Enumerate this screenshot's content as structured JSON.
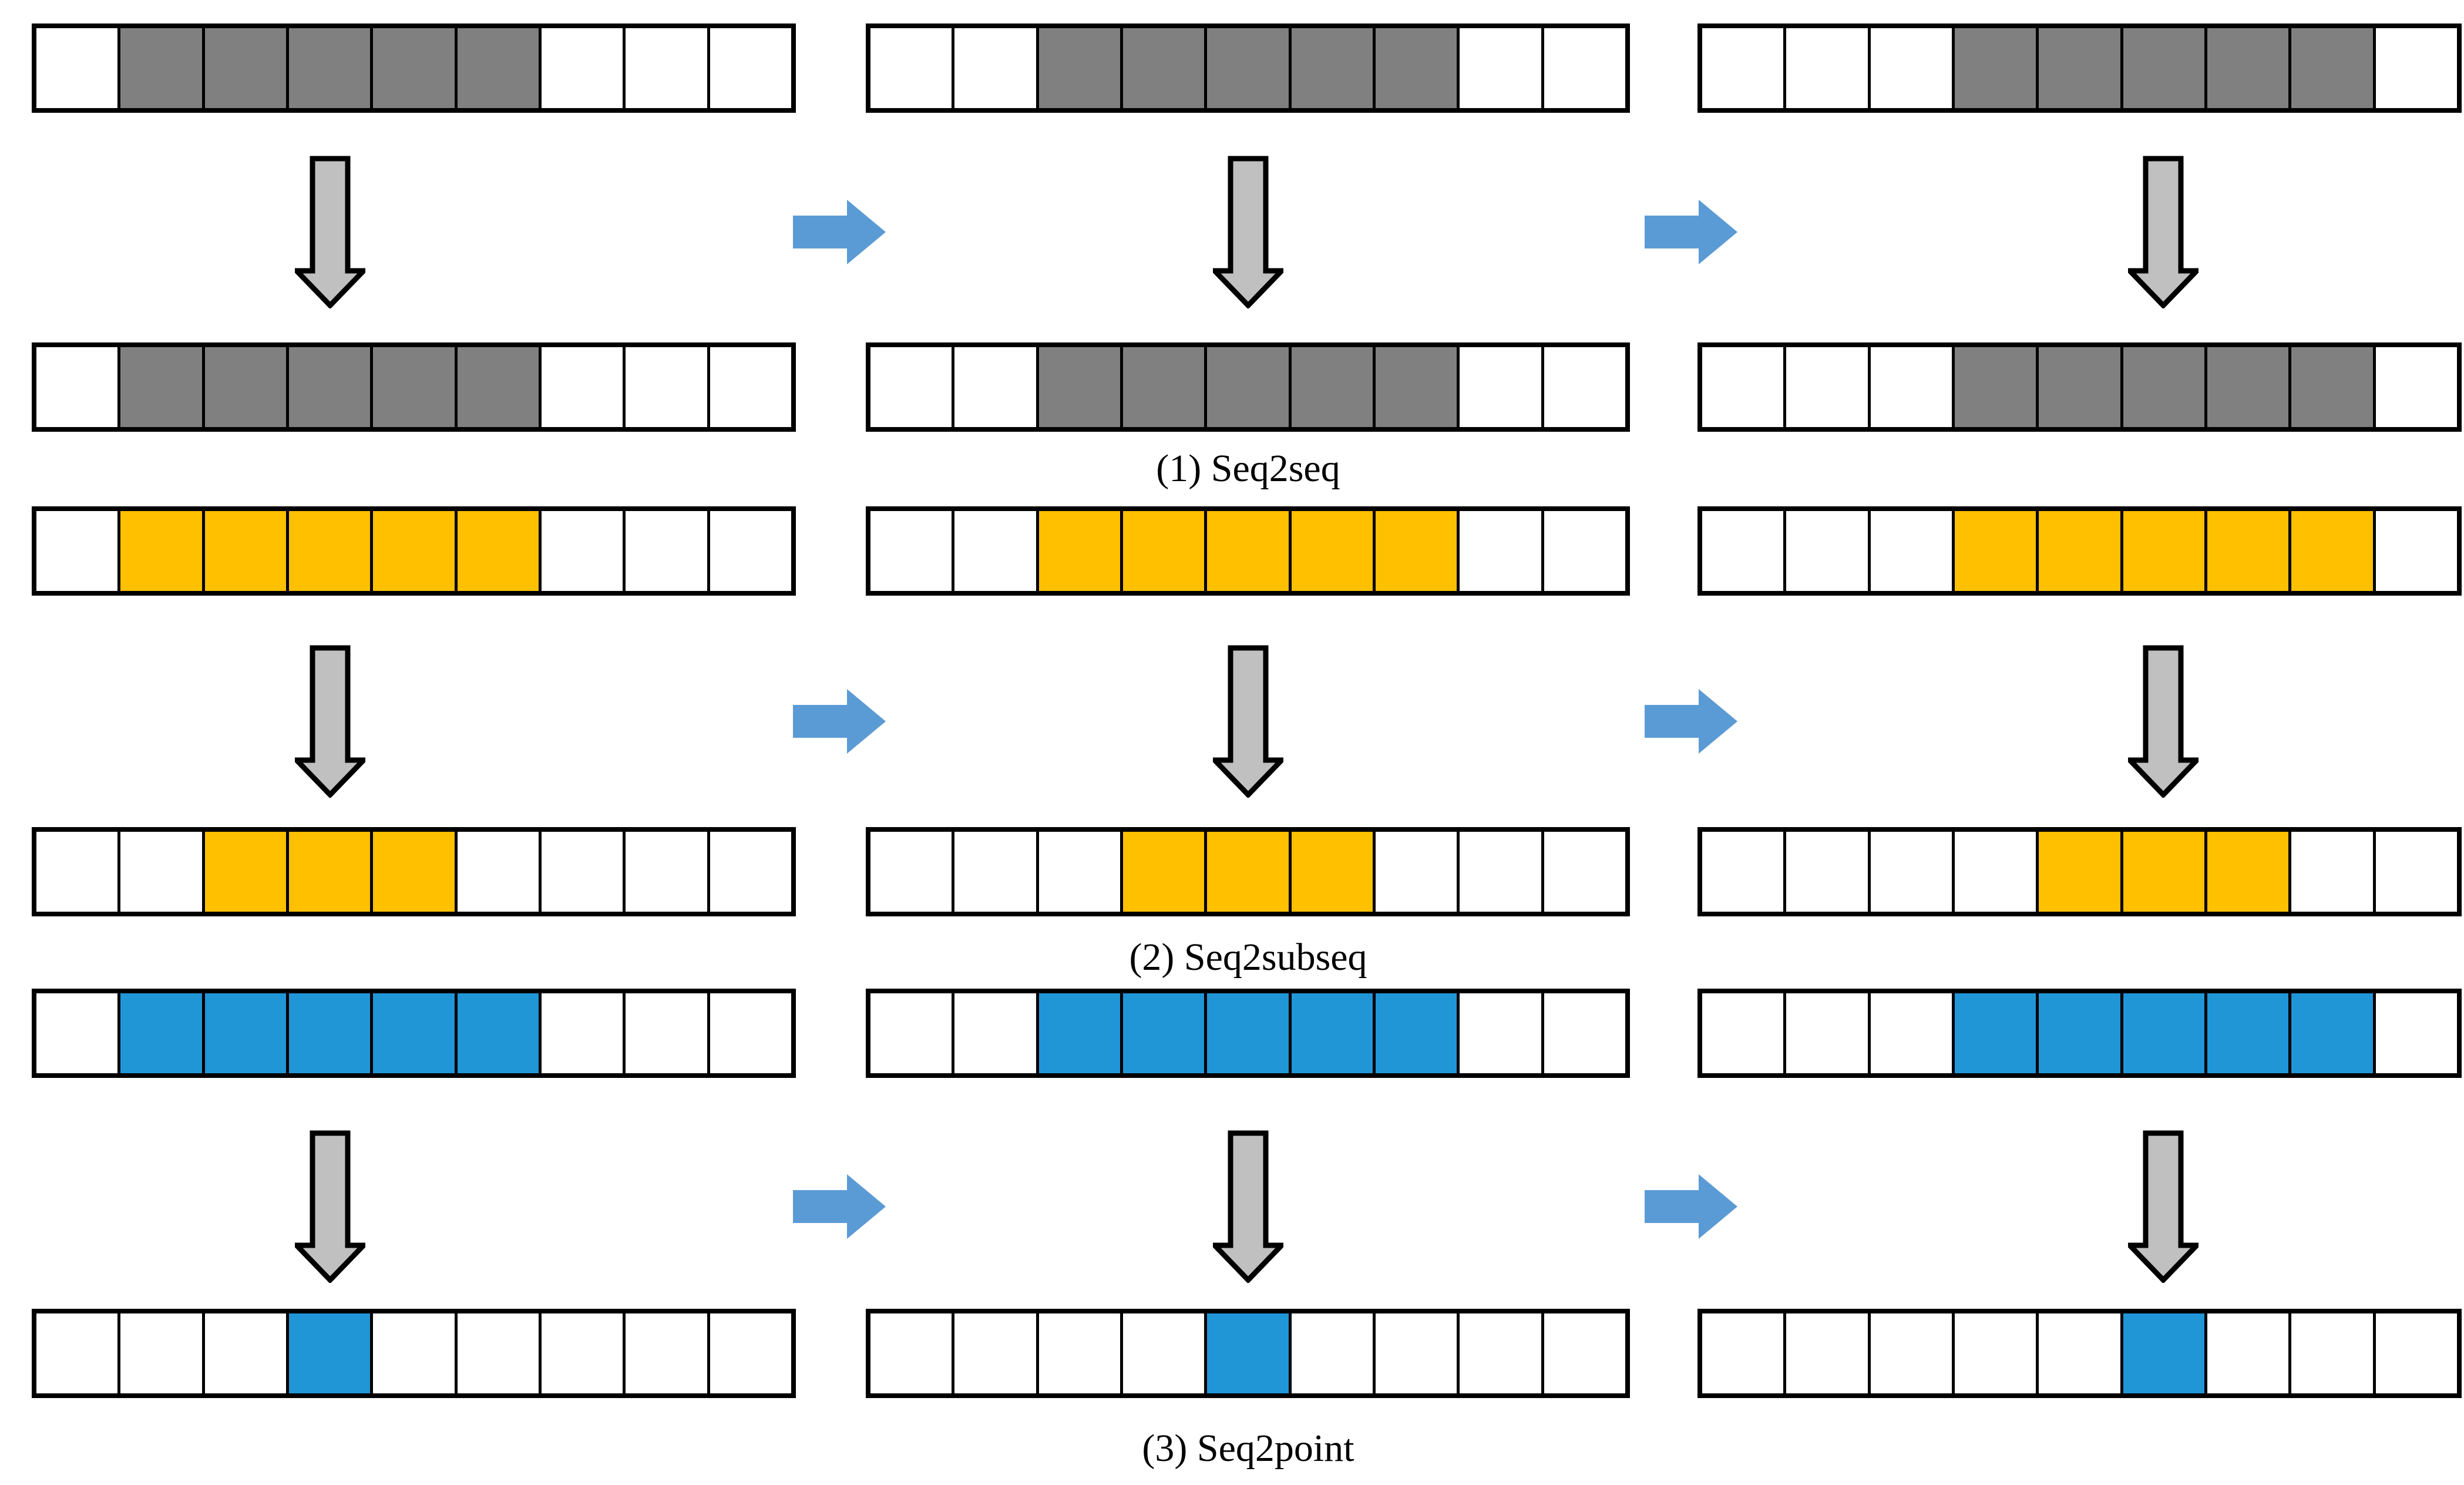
{
  "grid": {
    "columns": 3,
    "cells_per_strip": 9,
    "window_size": 5,
    "window_start_cell_per_column": [
      2,
      3,
      4
    ]
  },
  "methods": [
    {
      "id": "seq2seq",
      "label": "(1) Seq2seq",
      "fill_color": "gray",
      "inputs": [
        "011111000",
        "001111100",
        "000111110"
      ],
      "outputs": [
        "011111000",
        "001111100",
        "000111110"
      ]
    },
    {
      "id": "seq2subseq",
      "label": "(2) Seq2subseq",
      "fill_color": "orange",
      "inputs": [
        "011111000",
        "001111100",
        "000111110"
      ],
      "outputs": [
        "001110000",
        "000111000",
        "000011100"
      ]
    },
    {
      "id": "seq2point",
      "label": "(3) Seq2point",
      "fill_color": "blue",
      "inputs": [
        "011111000",
        "001111100",
        "000111110"
      ],
      "outputs": [
        "000100000",
        "000010000",
        "000001000"
      ]
    }
  ],
  "icons": {
    "down_arrow": "down-arrow-icon",
    "right_arrow": "right-arrow-icon"
  },
  "colors": {
    "gray": "#808080",
    "orange": "#FFC000",
    "blue": "#2096D7",
    "right_arrow": "#5B9BD5",
    "down_arrow_fill": "#C0C0C0",
    "down_arrow_outline": "#000000",
    "cell_border": "#000000",
    "background": "#FFFFFF"
  }
}
